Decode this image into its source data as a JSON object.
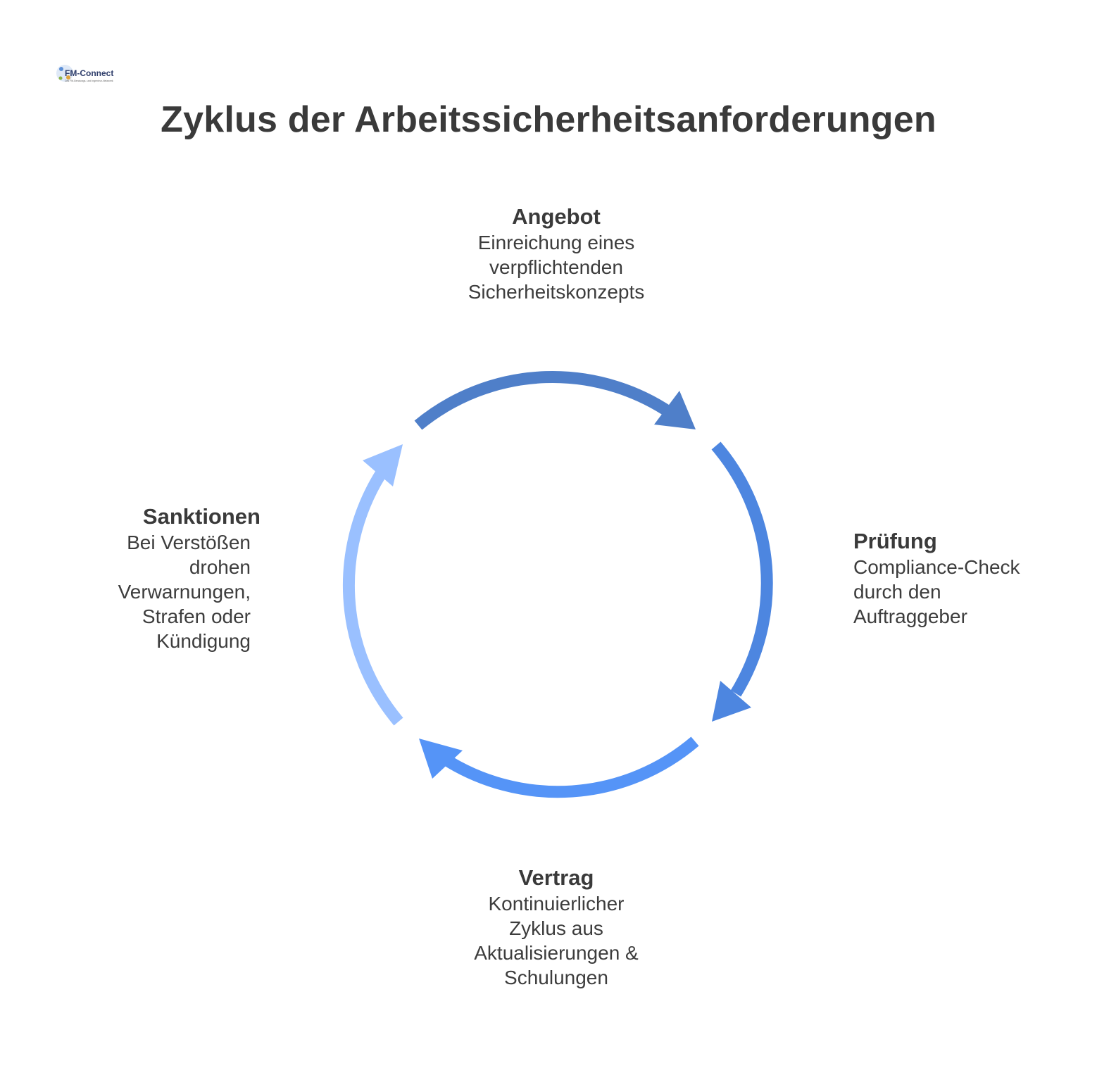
{
  "logo": {
    "text": "FM-Connect.com",
    "tagline": "Das FM-Beratungs- und Ingenieur-Netzwerk"
  },
  "title": "Zyklus der Arbeitssicherheitsanforderungen",
  "cycle": {
    "colors": {
      "top_arc": "#4f7fc9",
      "right_arc": "#4d86e0",
      "bottom_arc": "#5594f7",
      "left_arc": "#9ac0ff"
    },
    "steps": [
      {
        "heading": "Angebot",
        "description": "Einreichung eines\nverpflichtenden\nSicherheitskonzepts"
      },
      {
        "heading": "Prüfung",
        "description": "Compliance-Check\ndurch den\nAuftraggeber"
      },
      {
        "heading": "Vertrag",
        "description": "Kontinuierlicher\nZyklus aus\nAktualisierungen &\nSchulungen"
      },
      {
        "heading": "Sanktionen",
        "description": "Bei Verstößen\ndrohen\nVerwarnungen,\nStrafen oder\nKündigung"
      }
    ]
  }
}
